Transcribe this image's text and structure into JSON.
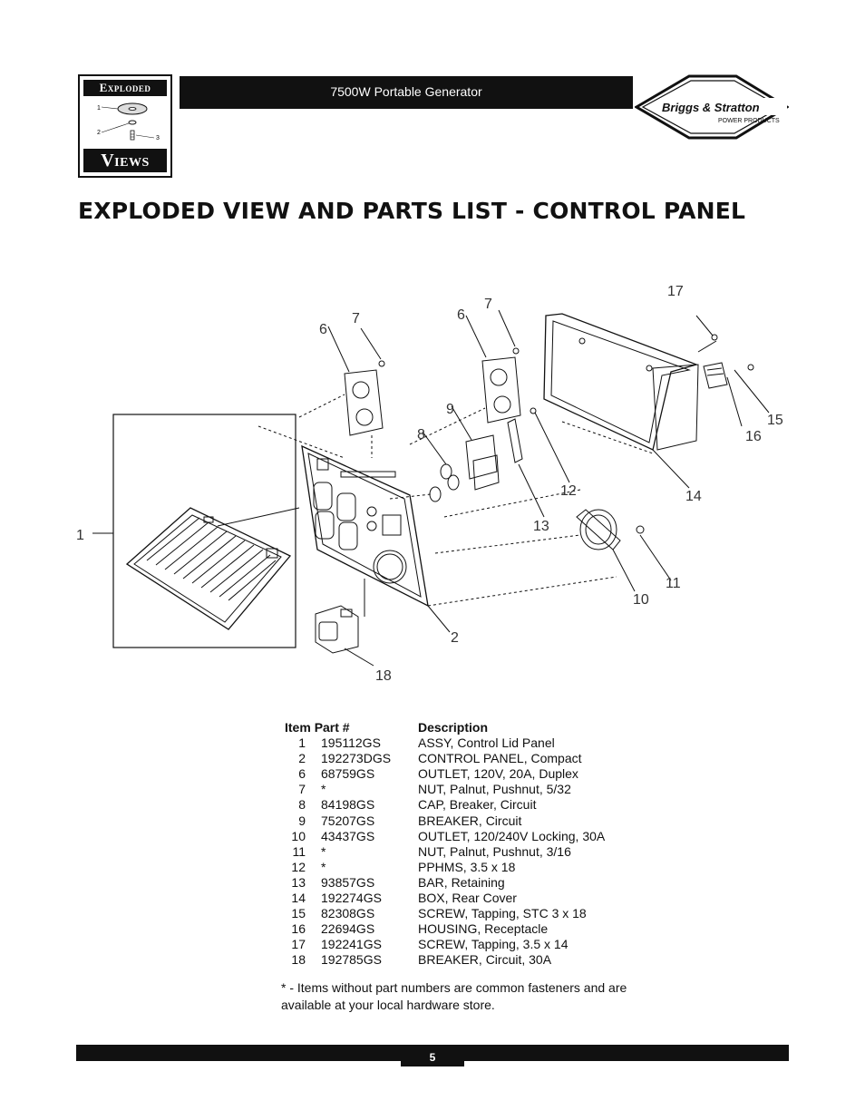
{
  "badge": {
    "top_text": "Exploded",
    "bottom_text": "Views",
    "labels": [
      "1",
      "2",
      "3"
    ]
  },
  "header": {
    "title": "7500W Portable Generator"
  },
  "logo": {
    "brand": "Briggs & Stratton",
    "sub": "POWER PRODUCTS"
  },
  "page": {
    "title": "EXPLODED VIEW AND PARTS LIST - CONTROL PANEL",
    "number": "5"
  },
  "diagram": {
    "callouts": [
      "1",
      "2",
      "6",
      "7",
      "6",
      "7",
      "8",
      "9",
      "10",
      "11",
      "12",
      "13",
      "14",
      "15",
      "16",
      "17",
      "18"
    ]
  },
  "parts_list": {
    "headers": {
      "item": "Item",
      "part": "Part #",
      "description": "Description"
    },
    "rows": [
      {
        "item": "1",
        "part": "195112GS",
        "description": "ASSY, Control Lid Panel"
      },
      {
        "item": "2",
        "part": "192273DGS",
        "description": "CONTROL PANEL, Compact"
      },
      {
        "item": "6",
        "part": "68759GS",
        "description": "OUTLET, 120V, 20A, Duplex"
      },
      {
        "item": "7",
        "part": "*",
        "description": "NUT, Palnut, Pushnut, 5/32"
      },
      {
        "item": "8",
        "part": "84198GS",
        "description": "CAP, Breaker, Circuit"
      },
      {
        "item": "9",
        "part": "75207GS",
        "description": "BREAKER, Circuit"
      },
      {
        "item": "10",
        "part": "43437GS",
        "description": "OUTLET, 120/240V Locking, 30A"
      },
      {
        "item": "11",
        "part": "*",
        "description": "NUT, Palnut, Pushnut, 3/16"
      },
      {
        "item": "12",
        "part": "*",
        "description": "PPHMS, 3.5 x 18"
      },
      {
        "item": "13",
        "part": "93857GS",
        "description": "BAR, Retaining"
      },
      {
        "item": "14",
        "part": "192274GS",
        "description": "BOX, Rear Cover"
      },
      {
        "item": "15",
        "part": "82308GS",
        "description": "SCREW, Tapping, STC 3 x 18"
      },
      {
        "item": "16",
        "part": "22694GS",
        "description": "HOUSING, Receptacle"
      },
      {
        "item": "17",
        "part": "192241GS",
        "description": "SCREW, Tapping, 3.5 x 14"
      },
      {
        "item": "18",
        "part": "192785GS",
        "description": "BREAKER, Circuit, 30A"
      }
    ],
    "footnote": "* - Items without part numbers are common fasteners and are available at your local hardware store."
  }
}
